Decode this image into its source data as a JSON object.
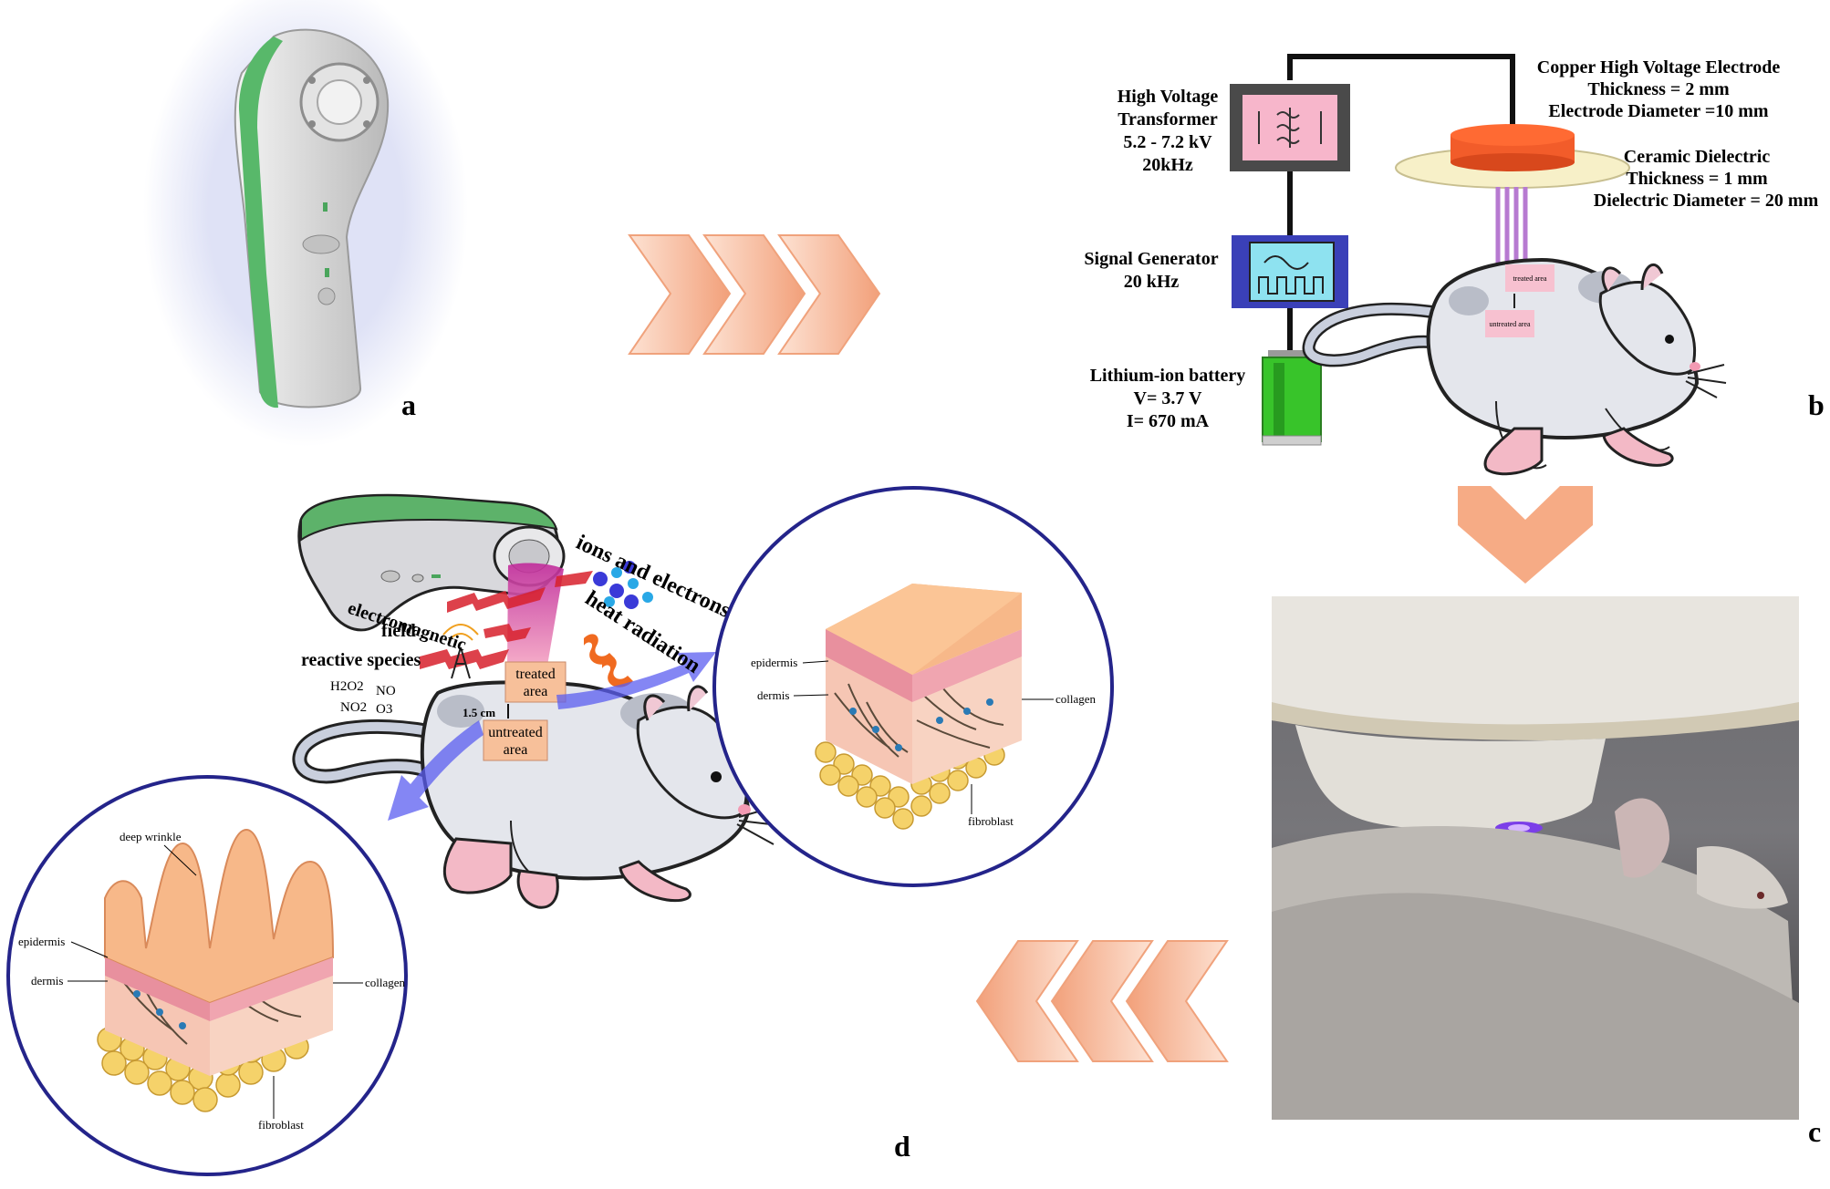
{
  "panel_letters": {
    "a": "a",
    "b": "b",
    "c": "c",
    "d": "d"
  },
  "circuit": {
    "transformer": {
      "line1": "High Voltage",
      "line2": "Transformer",
      "line3": "5.2 - 7.2 kV",
      "line4": "20kHz"
    },
    "signal_generator": {
      "line1": "Signal Generator",
      "line2": "20 kHz"
    },
    "battery": {
      "line1": "Lithium-ion battery",
      "line2": "V= 3.7 V",
      "line3": "I= 670 mA"
    },
    "electrode": {
      "line1": "Copper High Voltage Electrode",
      "line2": "Thickness = 2 mm",
      "line3": "Electrode Diameter =10 mm"
    },
    "dielectric": {
      "line1": "Ceramic Dielectric",
      "line2": "Thickness = 1 mm",
      "line3": "Dielectric Diameter = 20 mm"
    },
    "treated_small": "treated area",
    "untreated_small": "untreated area"
  },
  "mechanism": {
    "ions": "ions and electrons",
    "em_field_1": "electromagnetic",
    "em_field_2": "field",
    "heat": "heat radiation",
    "reactive": "reactive species",
    "species": [
      "H2O2",
      "NO",
      "NO2",
      "O3"
    ],
    "treated_1": "treated",
    "treated_2": "area",
    "untreated_1": "untreated",
    "untreated_2": "area",
    "distance": "1.5 cm"
  },
  "skin_treated": {
    "epidermis": "epidermis",
    "dermis": "dermis",
    "collagen": "collagen",
    "fibroblast": "fibroblast"
  },
  "skin_wrinkled": {
    "deep_wrinkle": "deep wrinkle",
    "epidermis": "epidermis",
    "dermis": "dermis",
    "collagen": "collagen",
    "fibroblast": "fibroblast"
  },
  "colors": {
    "arrow": "#f5a67e",
    "circle": "#24248a",
    "green": "#46b55a",
    "pink": "#f7b8c8"
  }
}
